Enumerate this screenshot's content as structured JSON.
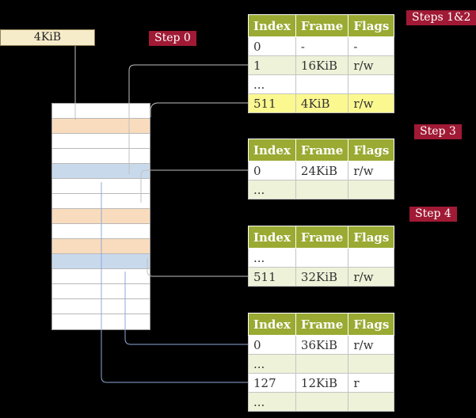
{
  "colors": {
    "background": "#000000",
    "badge_red": "#a01a35",
    "table_header_green": "#9aaa32",
    "row_alt_green": "#eef2d8",
    "highlight_yellow": "#fbf890",
    "memory_frame_peach": "#f9dcbd",
    "memory_frame_blue": "#c9d9ec",
    "arrow_gray": "#c0c0c0",
    "arrow_blue": "#8fa8d8",
    "pointer_box_cream": "#f7ecca"
  },
  "labels": {
    "frame_pointer": "4KiB",
    "step0": "Step 0",
    "steps12": "Steps 1&2",
    "step3": "Step 3",
    "step4": "Step 4"
  },
  "memory": {
    "rows": [
      "plain",
      "table",
      "plain",
      "plain",
      "page",
      "plain",
      "plain",
      "table",
      "plain",
      "table",
      "page",
      "plain",
      "plain",
      "plain",
      "plain"
    ]
  },
  "tables": [
    {
      "headers": [
        "Index",
        "Frame",
        "Flags"
      ],
      "rows": [
        {
          "index": "0",
          "frame": "-",
          "flags": "-"
        },
        {
          "index": "1",
          "frame": "16KiB",
          "flags": "r/w"
        },
        {
          "index": "...",
          "frame": "",
          "flags": ""
        },
        {
          "index": "511",
          "frame": "4KiB",
          "flags": "r/w",
          "highlight": true
        }
      ]
    },
    {
      "headers": [
        "Index",
        "Frame",
        "Flags"
      ],
      "rows": [
        {
          "index": "0",
          "frame": "24KiB",
          "flags": "r/w"
        },
        {
          "index": "...",
          "frame": "",
          "flags": ""
        }
      ]
    },
    {
      "headers": [
        "Index",
        "Frame",
        "Flags"
      ],
      "rows": [
        {
          "index": "...",
          "frame": "",
          "flags": ""
        },
        {
          "index": "511",
          "frame": "32KiB",
          "flags": "r/w"
        }
      ]
    },
    {
      "headers": [
        "Index",
        "Frame",
        "Flags"
      ],
      "rows": [
        {
          "index": "0",
          "frame": "36KiB",
          "flags": "r/w"
        },
        {
          "index": "...",
          "frame": "",
          "flags": ""
        },
        {
          "index": "127",
          "frame": "12KiB",
          "flags": "r"
        },
        {
          "index": "...",
          "frame": "",
          "flags": ""
        }
      ]
    }
  ]
}
